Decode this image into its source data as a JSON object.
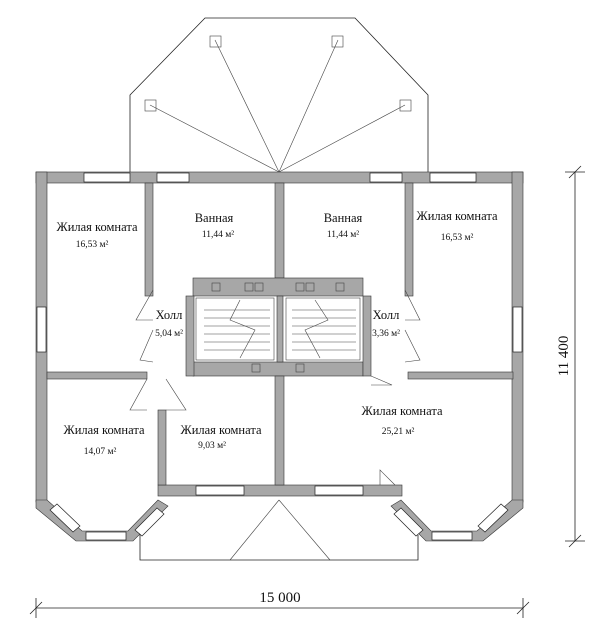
{
  "rooms": {
    "living_nw": {
      "name": "Жилая комната",
      "area": "16,53 м²"
    },
    "bath_w": {
      "name": "Ванная",
      "area": "11,44 м²"
    },
    "bath_e": {
      "name": "Ванная",
      "area": "11,44 м²"
    },
    "living_ne": {
      "name": "Жилая комната",
      "area": "16,53 м²"
    },
    "hall_w": {
      "name": "Холл",
      "area": "5,04 м²"
    },
    "hall_e": {
      "name": "Холл",
      "area": "3,36 м²"
    },
    "living_sw": {
      "name": "Жилая комната",
      "area": "14,07 м²"
    },
    "living_sc": {
      "name": "Жилая комната",
      "area": "9,03 м²"
    },
    "living_se": {
      "name": "Жилая комната",
      "area": "25,21 м²"
    }
  },
  "dimensions": {
    "width": "15 000",
    "height": "11 400"
  }
}
